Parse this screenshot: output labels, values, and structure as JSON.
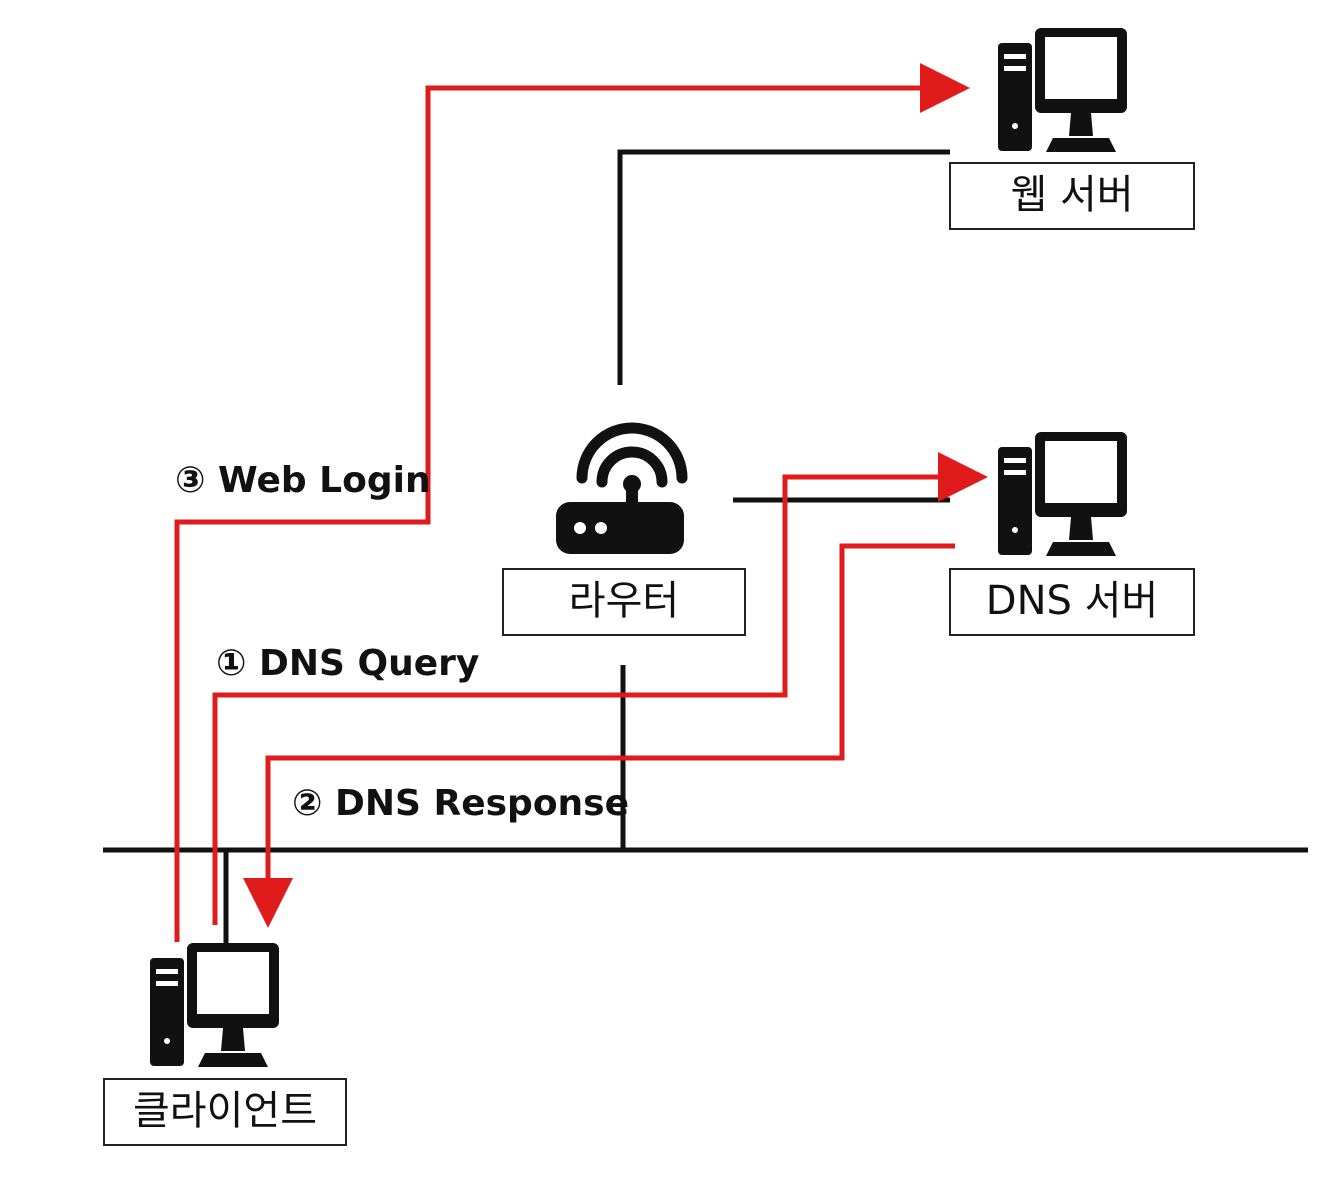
{
  "nodes": {
    "web_server": {
      "label": "웹 서버",
      "icon": "desktop-computer-icon"
    },
    "dns_server": {
      "label": "DNS 서버",
      "icon": "desktop-computer-icon"
    },
    "router": {
      "label": "라우터",
      "icon": "wifi-router-icon"
    },
    "client": {
      "label": "클라이언트",
      "icon": "desktop-computer-icon"
    }
  },
  "flows": {
    "web_login": {
      "label": "③ Web Login"
    },
    "dns_query": {
      "label": "① DNS Query"
    },
    "dns_response": {
      "label": "② DNS Response"
    }
  },
  "colors": {
    "flow": "#e01b1b",
    "wire": "#111111",
    "icon": "#111111"
  }
}
